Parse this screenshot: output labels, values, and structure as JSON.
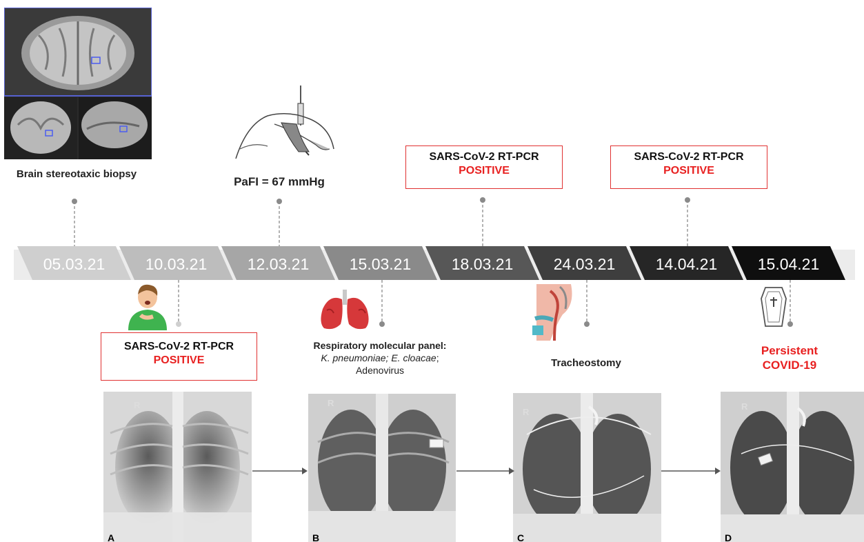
{
  "timeline": {
    "dates": [
      "05.03.21",
      "10.03.21",
      "12.03.21",
      "15.03.21",
      "18.03.21",
      "24.03.21",
      "14.04.21",
      "15.04.21"
    ],
    "colors": [
      "#cfcfcf",
      "#bdbdbd",
      "#a6a6a6",
      "#8a8a8a",
      "#575757",
      "#3e3e3e",
      "#262626",
      "#0f0f0f"
    ]
  },
  "events": {
    "biopsy_label": "Brain stereotaxic biopsy",
    "pafi_label": "PaFI = 67 mmHg",
    "pcr1_title": "SARS-CoV-2 RT-PCR",
    "pcr1_result": "POSITIVE",
    "pcr2_title": "SARS-CoV-2 RT-PCR",
    "pcr2_result": "POSITIVE",
    "pcr3_title": "SARS-CoV-2 RT-PCR",
    "pcr3_result": "POSITIVE",
    "panel_title": "Respiratory molecular panel:",
    "panel_organisms_italic": "K. pneumoniae; E. cloacae",
    "panel_sep": ";",
    "panel_virus": "Adenovirus",
    "tracheostomy_label": "Tracheostomy",
    "persistent_line1": "Persistent",
    "persistent_line2": "COVID-19"
  },
  "xrays": [
    {
      "letter": "A",
      "side_mark": "R"
    },
    {
      "letter": "B",
      "side_mark": "R"
    },
    {
      "letter": "C",
      "side_mark": "R"
    },
    {
      "letter": "D",
      "side_mark": "R"
    }
  ],
  "icons": [
    "brain-mri-image",
    "ventilator-icon",
    "sick-person-icon",
    "lungs-icon",
    "tracheostomy-icon",
    "coffin-icon",
    "arrow-right-icon"
  ],
  "accent": "#e82020"
}
